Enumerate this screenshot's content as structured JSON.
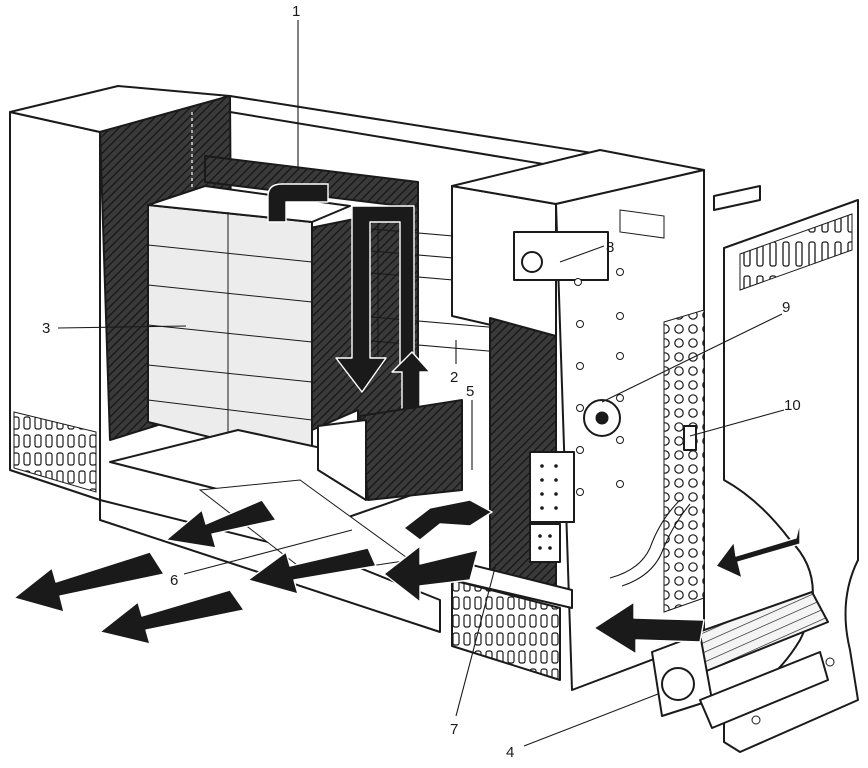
{
  "callouts": [
    {
      "id": "1",
      "text": "1"
    },
    {
      "id": "2",
      "text": "2"
    },
    {
      "id": "3",
      "text": "3"
    },
    {
      "id": "4",
      "text": "4"
    },
    {
      "id": "5",
      "text": "5"
    },
    {
      "id": "6",
      "text": "6"
    },
    {
      "id": "7",
      "text": "7"
    },
    {
      "id": "8",
      "text": "8"
    },
    {
      "id": "9",
      "text": "9"
    },
    {
      "id": "10",
      "text": "10"
    }
  ],
  "colors": {
    "ink": "#1a1a1a",
    "paper": "#ffffff",
    "insulation": "#3a3a3a",
    "brick": "#ececec"
  }
}
